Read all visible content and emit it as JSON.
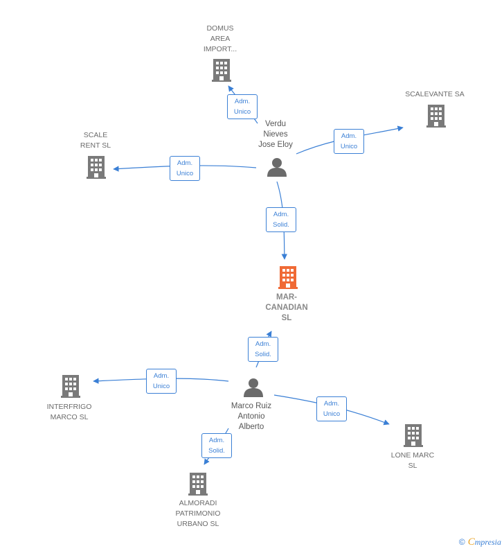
{
  "colors": {
    "edge": "#3a7fd5",
    "company": "#7a7a7a",
    "focus_company": "#f06a35",
    "person": "#6b6b6b"
  },
  "nodes": {
    "domus": {
      "label": "DOMUS\nAREA\nIMPORT...",
      "icon": "building-icon"
    },
    "scalevante": {
      "label": "SCALEVANTE SA",
      "icon": "building-icon"
    },
    "scale_rent": {
      "label": "SCALE\nRENT  SL",
      "icon": "building-icon"
    },
    "verdu": {
      "label": "Verdu\nNieves\nJose Eloy",
      "icon": "person-icon"
    },
    "mar_canadian": {
      "label": "MAR-\nCANADIAN\nSL",
      "icon": "building-icon"
    },
    "interfrigo": {
      "label": "INTERFRIGO\nMARCO  SL",
      "icon": "building-icon"
    },
    "marco": {
      "label": "Marco Ruiz\nAntonio\nAlberto",
      "icon": "person-icon"
    },
    "lone_marc": {
      "label": "LONE MARC\nSL",
      "icon": "building-icon"
    },
    "almoradi": {
      "label": "ALMORADI\nPATRIMONIO\nURBANO SL",
      "icon": "building-icon"
    }
  },
  "edges": {
    "verdu_domus": "Adm.\nUnico",
    "verdu_scalevante": "Adm.\nUnico",
    "verdu_scale_rent": "Adm.\nUnico",
    "verdu_mar_canadian": "Adm.\nSolid.",
    "marco_mar_canadian": "Adm.\nSolid.",
    "marco_interfrigo": "Adm.\nUnico",
    "marco_lone_marc": "Adm.\nUnico",
    "marco_almoradi": "Adm.\nSolid."
  },
  "footer": {
    "copyright": "©",
    "brand_initial": "C",
    "brand_rest": "mpresia"
  }
}
